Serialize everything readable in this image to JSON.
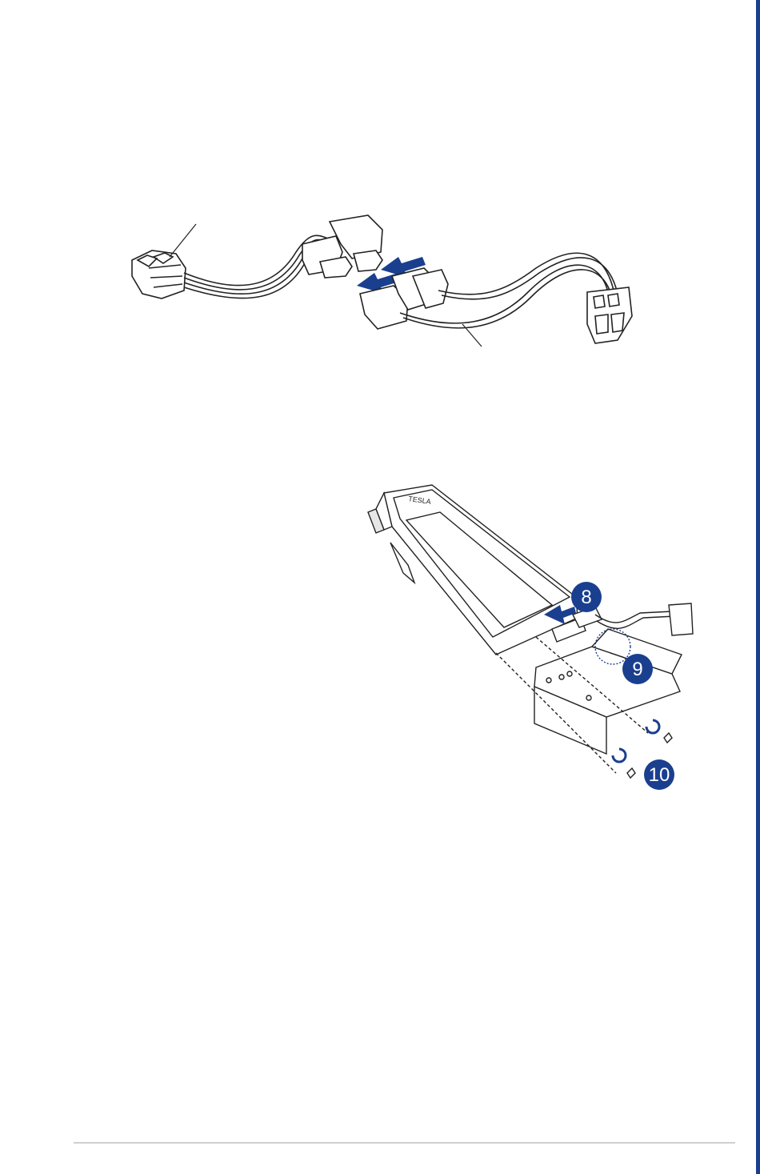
{
  "colors": {
    "accent": "#1a3f8f",
    "line": "#222222",
    "footer_rule": "#cfcfcf"
  },
  "figures": {
    "cable_diagram": {
      "icons": [
        "8-pin-connector-icon",
        "dual-6-pin-connector-icon",
        "insert-arrow-icon"
      ]
    },
    "gpu_assembly": {
      "card_brand": "TESLA",
      "steps": [
        "8",
        "9",
        "10"
      ]
    }
  }
}
